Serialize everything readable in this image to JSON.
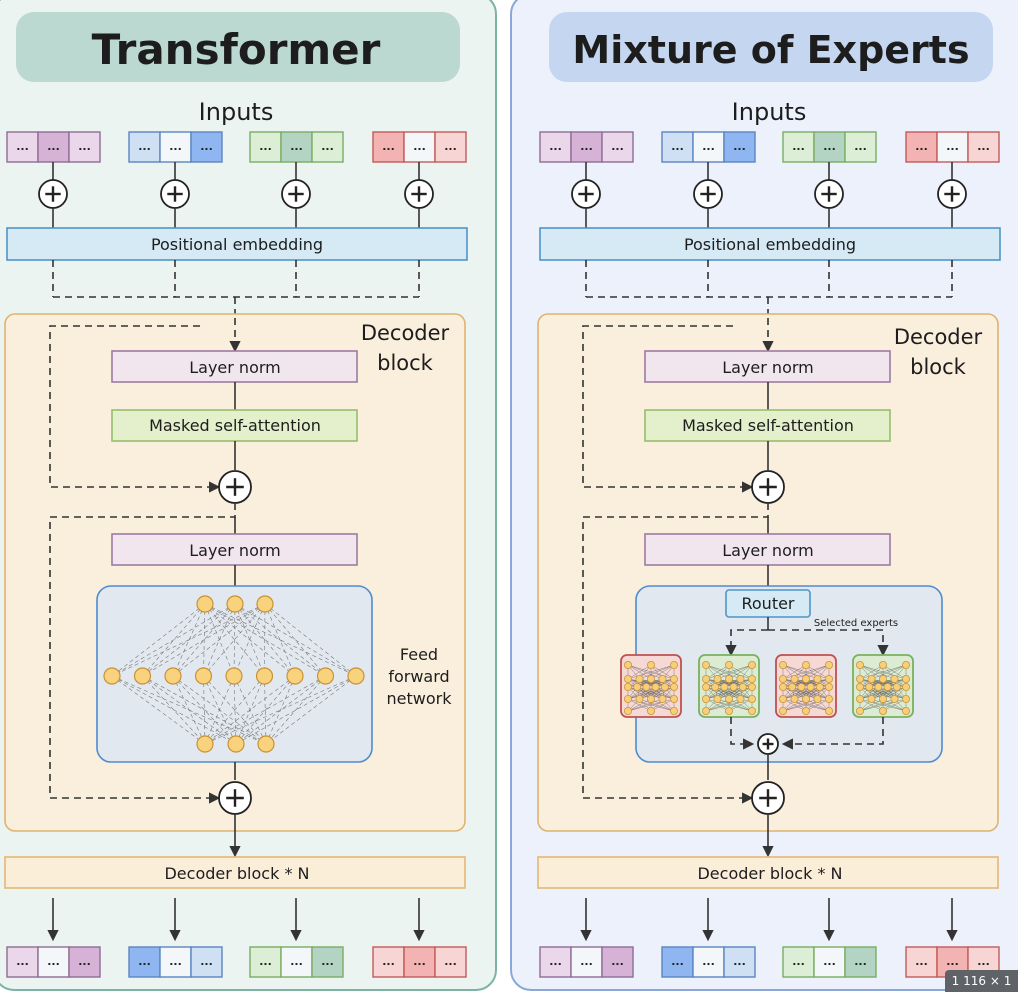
{
  "panels": {
    "transformer": {
      "title": "Transformer",
      "inputs_label": "Inputs",
      "positional_embedding": "Positional embedding",
      "decoder_block_label": [
        "Decoder",
        "block"
      ],
      "layer_norm_1": "Layer norm",
      "masked_attention": "Masked self-attention",
      "layer_norm_2": "Layer norm",
      "ffn_label": [
        "Feed",
        "forward",
        "network"
      ],
      "decoder_block_n": "Decoder block * N",
      "token_cell_text": "..."
    },
    "moe": {
      "title": "Mixture of Experts",
      "inputs_label": "Inputs",
      "positional_embedding": "Positional embedding",
      "decoder_block_label": [
        "Decoder",
        "block"
      ],
      "layer_norm_1": "Layer norm",
      "masked_attention": "Masked self-attention",
      "layer_norm_2": "Layer norm",
      "router": "Router",
      "selected_experts": "Selected experts",
      "decoder_block_n": "Decoder block * N",
      "token_cell_text": "..."
    }
  },
  "colors": {
    "token_groups": [
      {
        "fill": "#ead8ea",
        "stroke": "#8f6d95",
        "accent": "#d6b3d6"
      },
      {
        "fill": "#cfe0f5",
        "stroke": "#5b85c0",
        "accent": "#8fb6f0"
      },
      {
        "fill": "#ddeed6",
        "stroke": "#78ad62",
        "accent": "#b4d4c3"
      },
      {
        "fill": "#f7d5d4",
        "stroke": "#c45a59",
        "accent": "#f2b3b2"
      }
    ],
    "expert_colors": [
      "red",
      "green",
      "red",
      "green"
    ],
    "transformer_bg": "#ecf4f1",
    "moe_bg": "#ecf1fb"
  },
  "image_size_badge": "1 116 × 1"
}
